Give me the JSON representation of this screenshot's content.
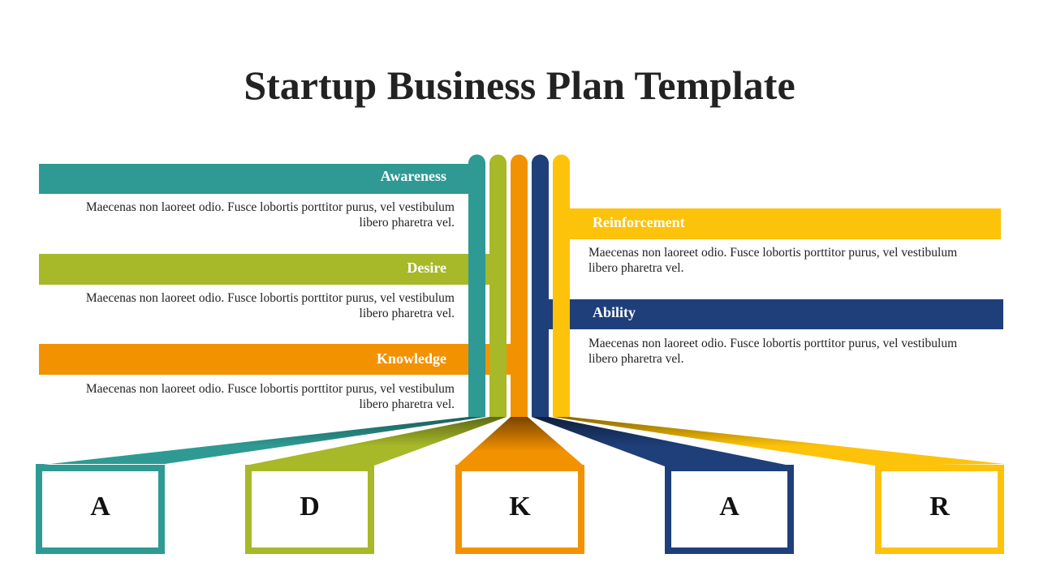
{
  "title": "Startup Business Plan Template",
  "colors": {
    "teal": "#2e9a93",
    "olive": "#a7b829",
    "orange": "#f39200",
    "navy": "#1f3f7a",
    "yellow": "#fdc20a"
  },
  "items": [
    {
      "label": "Awareness",
      "text": "Maecenas non laoreet odio. Fusce lobortis porttitor purus, vel vestibulum libero pharetra vel.",
      "letter": "A"
    },
    {
      "label": "Desire",
      "text": "Maecenas non laoreet odio. Fusce lobortis porttitor purus, vel vestibulum libero pharetra vel.",
      "letter": "D"
    },
    {
      "label": "Knowledge",
      "text": "Maecenas non laoreet odio. Fusce lobortis porttitor purus, vel vestibulum libero pharetra vel.",
      "letter": "K"
    },
    {
      "label": "Ability",
      "text": "Maecenas non laoreet odio. Fusce lobortis porttitor purus, vel vestibulum libero pharetra vel.",
      "letter": "A"
    },
    {
      "label": "Reinforcement",
      "text": "Maecenas non laoreet odio. Fusce lobortis porttitor purus, vel vestibulum libero pharetra vel.",
      "letter": "R"
    }
  ]
}
